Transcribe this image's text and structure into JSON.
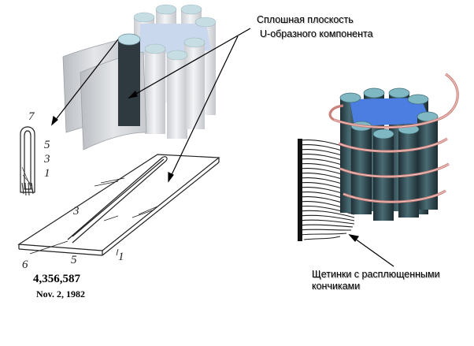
{
  "labels": {
    "top_line1": "Сплошная плоскость",
    "top_line2": "U-образного компонента",
    "bottom_line1": "Щетинки с расплющенными",
    "bottom_line2": "кончиками"
  },
  "patent": {
    "number": "4,356,587",
    "date": "Nov. 2, 1982"
  },
  "drawing_numbers": {
    "n7": "7",
    "n5a": "5",
    "n3a": "3",
    "n1a": "1",
    "n3b": "3",
    "n6": "6",
    "n5b": "5",
    "n1b": "1"
  },
  "colors": {
    "cylinder_top": "#c5dde3",
    "cylinder_body": "#e9ecef",
    "center_blue": "#cad8ee",
    "dark_cylinder": "#2d4850",
    "dark_cylinder_top": "#7fb7c3",
    "dark_center": "#4c7de0",
    "coil": "#e6a8a4",
    "sheet": "#d3d5d8"
  }
}
